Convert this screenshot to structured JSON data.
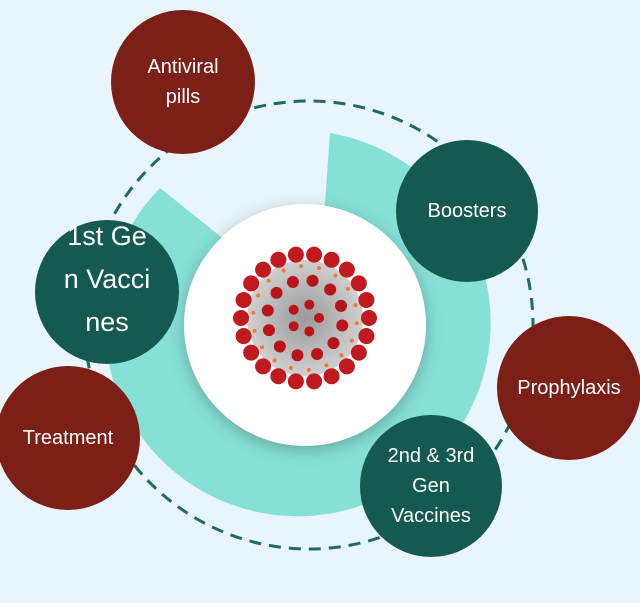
{
  "diagram": {
    "center": {
      "icon": "coronavirus-icon"
    },
    "nodes": [
      {
        "id": "antiviral",
        "label": "Antiviral pills",
        "color": "#7c1f17"
      },
      {
        "id": "boosters",
        "label": "Boosters",
        "color": "#155a51"
      },
      {
        "id": "first-gen",
        "label": "1st Gen Vaccines",
        "color": "#155a51"
      },
      {
        "id": "treatment",
        "label": "Treatment",
        "color": "#7c1f17"
      },
      {
        "id": "prophylaxis",
        "label": "Prophylaxis",
        "color": "#7c1f17"
      },
      {
        "id": "next-gen",
        "label": "2nd & 3rd Gen Vaccines",
        "color": "#155a51"
      }
    ],
    "ring_color": "#86e0d6",
    "dash_color": "#1f6b5e"
  }
}
